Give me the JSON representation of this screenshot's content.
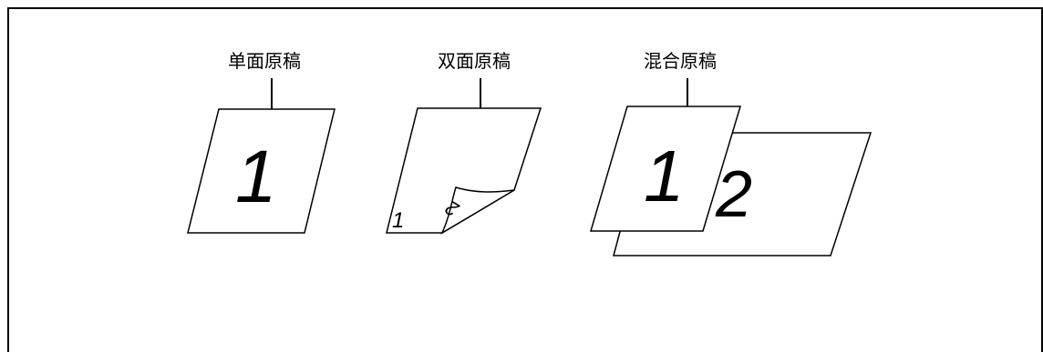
{
  "labels": {
    "single": "单面原稿",
    "duplex": "双面原稿",
    "mixed": "混合原稿"
  },
  "pages": {
    "single_num": "1",
    "duplex_front_num": "1",
    "duplex_back_num": "2",
    "mixed_front_num": "1",
    "mixed_back_num": "2"
  }
}
